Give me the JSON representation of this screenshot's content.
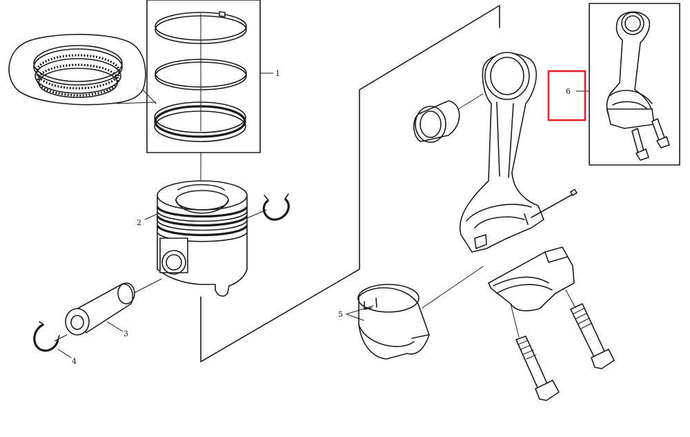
{
  "callouts": {
    "rings": "1",
    "piston": "2",
    "pin": "3",
    "circlip": "4",
    "bearing": "5",
    "rod_assembly": "6"
  },
  "colors": {
    "line": "#1a1a1a",
    "background": "#ffffff",
    "highlight": "#e0202a"
  }
}
